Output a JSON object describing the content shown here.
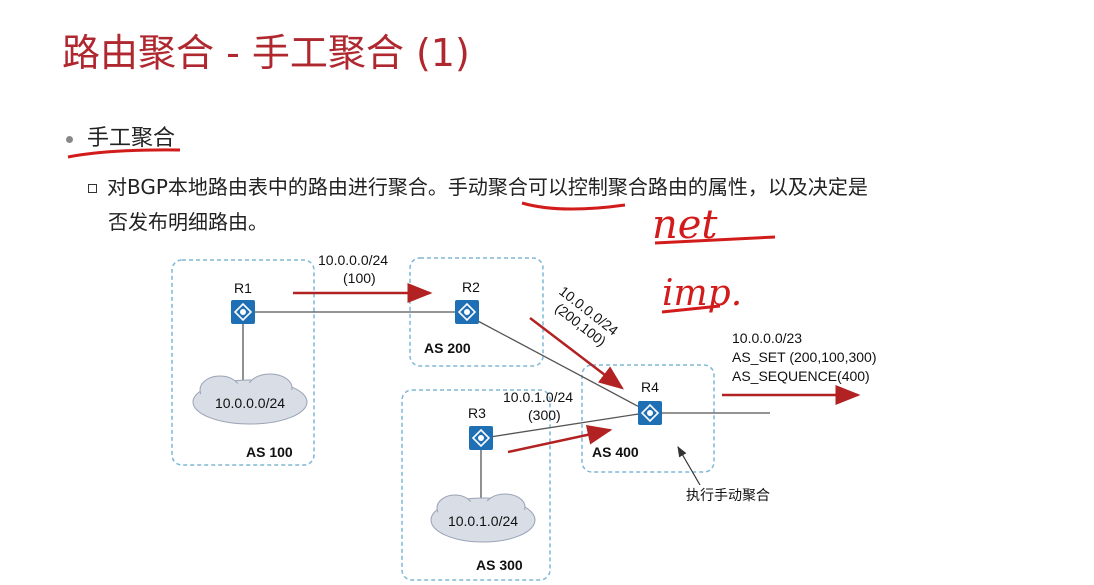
{
  "title": "路由聚合 - 手工聚合 (1)",
  "bullet1": "手工聚合",
  "bullet2_line1": "对BGP本地路由表中的路由进行聚合。手动聚合可以控制聚合路由的属性，以及决定是",
  "bullet2_line2": "否发布明细路由。",
  "handwriting": {
    "line1": "net",
    "line2": "imp."
  },
  "diagram": {
    "as_labels": {
      "as100": "AS 100",
      "as200": "AS 200",
      "as300": "AS 300",
      "as400": "AS 400"
    },
    "routers": {
      "r1": "R1",
      "r2": "R2",
      "r3": "R3",
      "r4": "R4"
    },
    "clouds": {
      "c1": "10.0.0.0/24",
      "c2": "10.0.1.0/24"
    },
    "adv_r1_r2": {
      "prefix": "10.0.0.0/24",
      "path": "(100)"
    },
    "adv_r2_r4": {
      "prefix": "10.0.0.0/24",
      "path": "(200,100)"
    },
    "adv_r3_r4": {
      "prefix": "10.0.1.0/24",
      "path": "(300)"
    },
    "adv_out": {
      "prefix": "10.0.0.0/23",
      "as_set": "AS_SET (200,100,300)",
      "as_seq": "AS_SEQUENCE(400)"
    },
    "note": "执行手动聚合"
  },
  "colors": {
    "title": "#b0282f",
    "arrow": "#b22222",
    "router": "#1f6fb4",
    "zone": "#7fb8d6"
  }
}
